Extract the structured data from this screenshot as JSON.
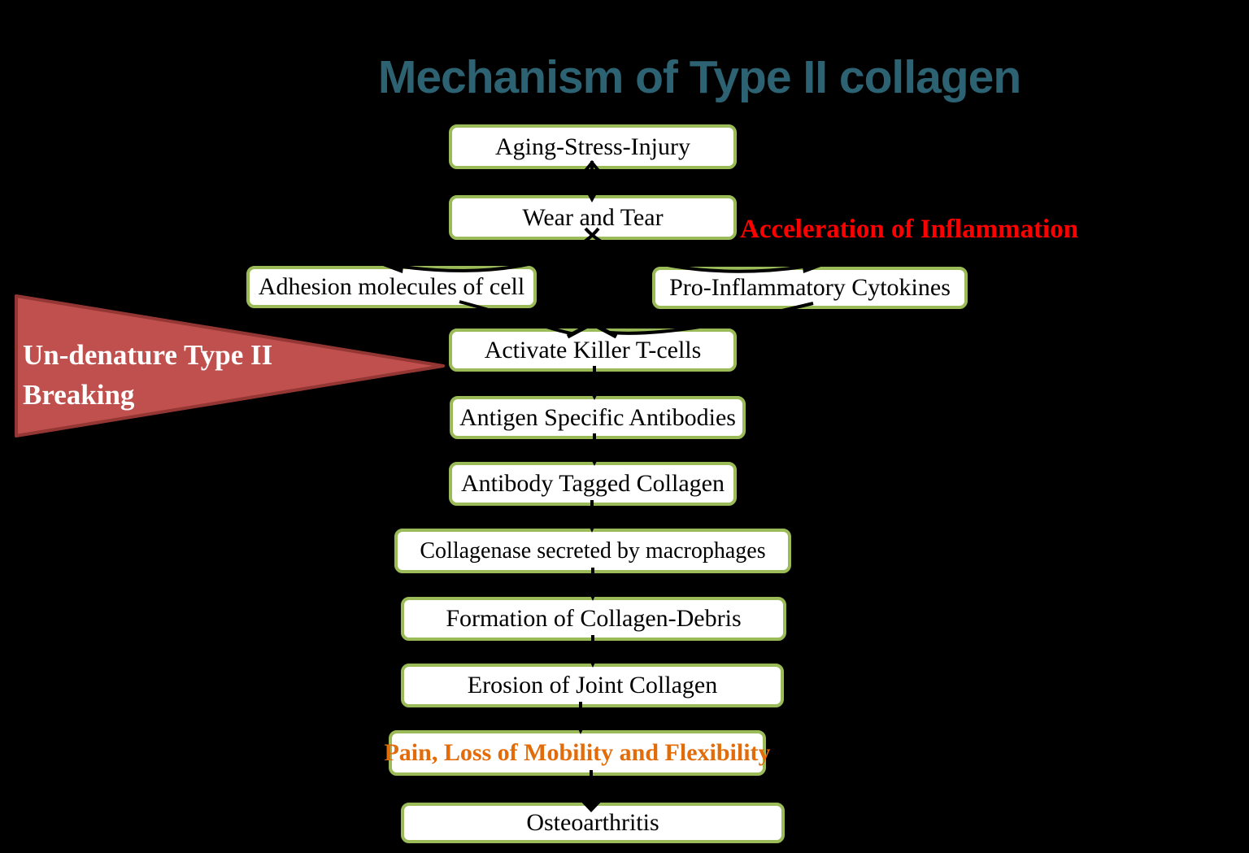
{
  "title": "Mechanism of Type II collagen",
  "annotations": {
    "acceleration": "Acceleration of Inflammation",
    "triangle_line1": "Un-denature Type II",
    "triangle_line2": "Breaking"
  },
  "boxes": [
    {
      "label": "Aging-Stress-Injury"
    },
    {
      "label": "Wear and Tear"
    },
    {
      "label": "Adhesion molecules of cell"
    },
    {
      "label": "Pro-Inflammatory Cytokines"
    },
    {
      "label": "Activate Killer T-cells"
    },
    {
      "label": "Antigen Specific Antibodies"
    },
    {
      "label": "Antibody Tagged Collagen"
    },
    {
      "label": "Collagenase secreted by macrophages"
    },
    {
      "label": "Formation of Collagen-Debris"
    },
    {
      "label": "Erosion of Joint Collagen"
    },
    {
      "label": "Pain, Loss of Mobility and Flexibility"
    },
    {
      "label": "Osteoarthritis"
    }
  ],
  "colors": {
    "background": "#000000",
    "box_fill": "#FFFFFF",
    "box_border": "#9BBB59",
    "box_text": "#000000",
    "title_text": "#2C6272",
    "acceleration_text": "#FF0000",
    "pain_text": "#E36C0A",
    "triangle_fill": "#C0504D",
    "triangle_border": "#943634",
    "triangle_text": "#FFFFFF",
    "connector": "#000000"
  }
}
